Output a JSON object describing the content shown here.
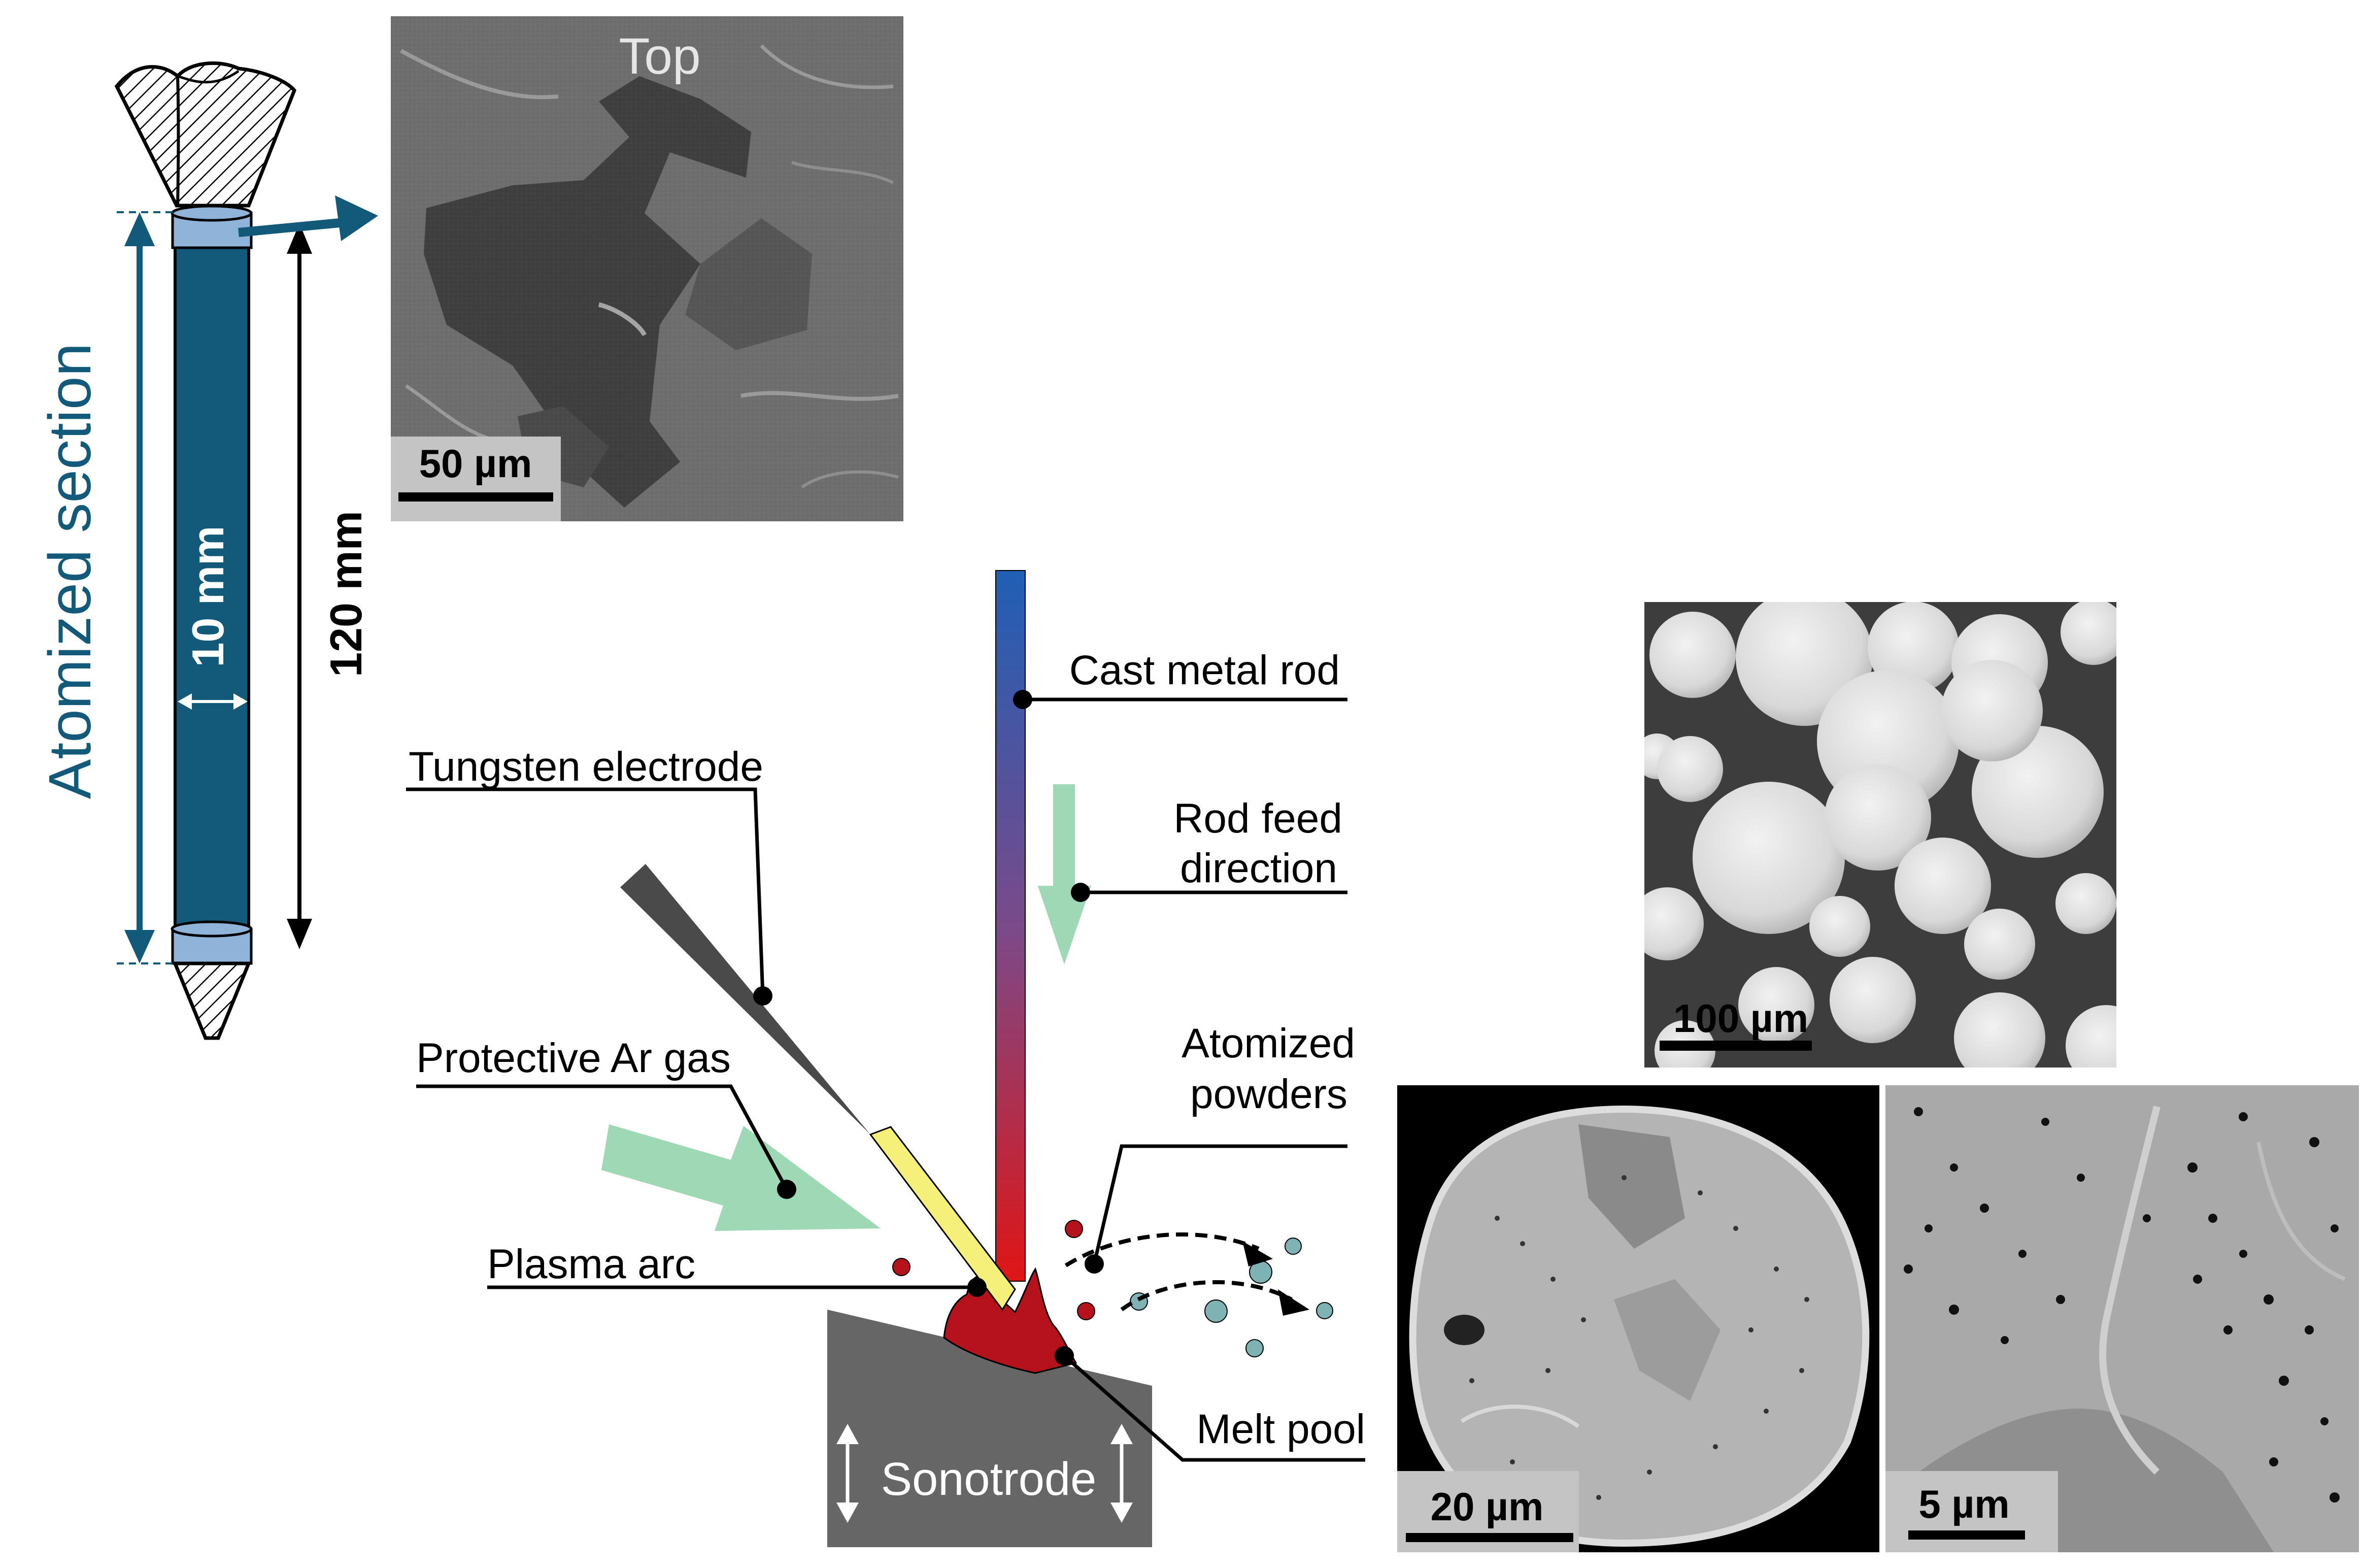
{
  "rod_labels": {
    "atomized_section": "Atomized section",
    "diameter": "10 mm",
    "length": "120 mm"
  },
  "micrographs": {
    "top": {
      "label": "Top",
      "scale_bar": "50 µm"
    },
    "powders": {
      "scale_bar": "100 µm"
    },
    "particle": {
      "scale_bar": "20 µm"
    },
    "detail": {
      "scale_bar": "5 µm"
    }
  },
  "process_labels": {
    "cast_metal_rod": "Cast metal rod",
    "tungsten_electrode": "Tungsten electrode",
    "rod_feed_line1": "Rod feed",
    "rod_feed_line2": "direction",
    "atomized_powders_line1": "Atomized",
    "atomized_powders_line2": "powders",
    "protective_gas": "Protective Ar gas",
    "plasma_arc": "Plasma arc",
    "melt_pool": "Melt pool",
    "sonotrode": "Sonotrode"
  },
  "colors": {
    "rod_blue": "#135a7a",
    "ring_blue": "#8fb3d9",
    "electrode_gray": "#4a4a4a",
    "sonotrode_gray": "#666666",
    "melt_red": "#b5121b",
    "arc_yellow": "#f5f07a",
    "gas_green": "#9ed8b4",
    "powder_red": "#b5121b",
    "powder_teal": "#7fb3b3"
  }
}
